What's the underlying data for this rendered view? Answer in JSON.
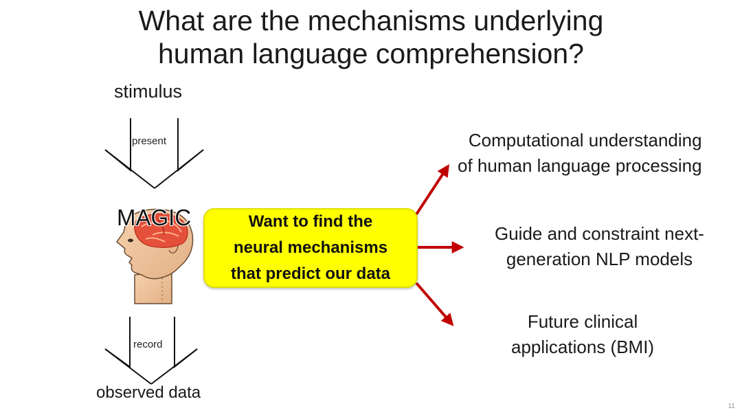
{
  "title": {
    "line1": "What are the mechanisms underlying",
    "line2": "human language comprehension?"
  },
  "left_flow": {
    "stimulus": "stimulus",
    "present": "present",
    "magic": "MAGIC",
    "record": "record",
    "observed": "observed data"
  },
  "callout": {
    "line1": "Want to find the",
    "line2": "neural mechanisms",
    "line3": "that predict our data",
    "fill_color": "#ffff00"
  },
  "outcomes": [
    {
      "line1": "Computational understanding",
      "line2": "of human language processing"
    },
    {
      "line1": "Guide and constraint next-",
      "line2": "generation NLP models"
    },
    {
      "line1": "Future clinical",
      "line2": "applications (BMI)"
    }
  ],
  "arrow_color": "#c00000",
  "page_number": "11"
}
